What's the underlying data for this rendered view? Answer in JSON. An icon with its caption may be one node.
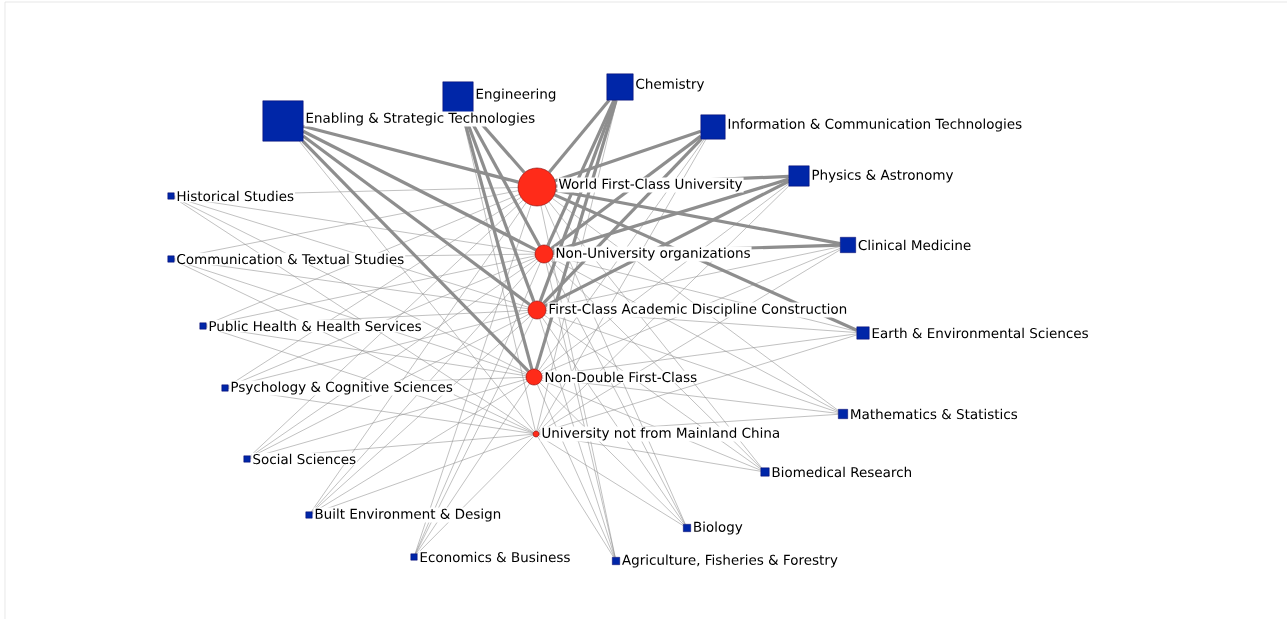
{
  "diagram": {
    "nodes": [
      {
        "text": [],
        "shape": "circle",
        "beside": [
          "World First-Class University"
        ]
      },
      {
        "text": [],
        "shape": "circle",
        "beside": [
          "Non-University organizations"
        ]
      },
      {
        "text": [],
        "shape": "circle",
        "beside": [
          "First-Class Academic Discipline Construction"
        ]
      },
      {
        "text": [],
        "shape": "circle",
        "beside": [
          "Non-Double First-Class"
        ]
      },
      {
        "text": [],
        "shape": "circle",
        "beside": [
          "University not from Mainland China"
        ]
      },
      {
        "text": [],
        "shape": "box",
        "beside": [
          "Engineering"
        ]
      },
      {
        "text": [],
        "shape": "box",
        "beside": [
          "Enabling & Strategic Technologies"
        ]
      },
      {
        "text": [],
        "shape": "box",
        "beside": [
          "Chemistry"
        ]
      },
      {
        "text": [],
        "shape": "box",
        "beside": [
          "Information & Communication Technologies"
        ]
      },
      {
        "text": [],
        "shape": "box",
        "beside": [
          "Physics & Astronomy"
        ]
      },
      {
        "text": [],
        "shape": "box",
        "beside": [
          "Clinical Medicine"
        ]
      },
      {
        "text": [],
        "shape": "box",
        "beside": [
          "Earth & Environmental Sciences"
        ]
      },
      {
        "text": [],
        "shape": "box",
        "beside": [
          "Mathematics & Statistics"
        ]
      },
      {
        "text": [],
        "shape": "box",
        "beside": [
          "Biomedical Research"
        ]
      },
      {
        "text": [],
        "shape": "box",
        "beside": [
          "Biology"
        ]
      },
      {
        "text": [],
        "shape": "box",
        "beside": [
          "Agriculture, Fisheries & Forestry"
        ]
      },
      {
        "text": [],
        "shape": "box",
        "beside": [
          "Economics & Business"
        ]
      },
      {
        "text": [],
        "shape": "box",
        "beside": [
          "Built Environment & Design"
        ]
      },
      {
        "text": [],
        "shape": "box",
        "beside": [
          "Social Sciences"
        ]
      },
      {
        "text": [],
        "shape": "box",
        "beside": [
          "Psychology & Cognitive Sciences"
        ]
      },
      {
        "text": [],
        "shape": "box",
        "beside": [
          "Public Health & Health Services"
        ]
      },
      {
        "text": [],
        "shape": "box",
        "beside": [
          "Communication & Textual Studies"
        ]
      },
      {
        "text": [],
        "shape": "box",
        "beside": [
          "Historical Studies"
        ]
      }
    ],
    "edges": [
      {
        "from": 0,
        "to": 5,
        "arrow": "none",
        "style": "thick"
      },
      {
        "from": 0,
        "to": 6,
        "arrow": "none",
        "style": "thick"
      },
      {
        "from": 0,
        "to": 7,
        "arrow": "none",
        "style": "thick"
      },
      {
        "from": 0,
        "to": 8,
        "arrow": "none",
        "style": "thick"
      },
      {
        "from": 0,
        "to": 9,
        "arrow": "none",
        "style": "thick"
      },
      {
        "from": 0,
        "to": 10,
        "arrow": "none",
        "style": "thick"
      },
      {
        "from": 0,
        "to": 11,
        "arrow": "none",
        "style": "thick"
      },
      {
        "from": 0,
        "to": 12,
        "arrow": "none"
      },
      {
        "from": 0,
        "to": 13,
        "arrow": "none"
      },
      {
        "from": 0,
        "to": 14,
        "arrow": "none"
      },
      {
        "from": 0,
        "to": 15,
        "arrow": "none"
      },
      {
        "from": 0,
        "to": 16,
        "arrow": "none"
      },
      {
        "from": 0,
        "to": 17,
        "arrow": "none"
      },
      {
        "from": 0,
        "to": 18,
        "arrow": "none"
      },
      {
        "from": 0,
        "to": 19,
        "arrow": "none"
      },
      {
        "from": 0,
        "to": 20,
        "arrow": "none"
      },
      {
        "from": 0,
        "to": 21,
        "arrow": "none"
      },
      {
        "from": 0,
        "to": 22,
        "arrow": "none"
      },
      {
        "from": 1,
        "to": 5,
        "arrow": "none",
        "style": "thick"
      },
      {
        "from": 1,
        "to": 6,
        "arrow": "none",
        "style": "thick"
      },
      {
        "from": 1,
        "to": 7,
        "arrow": "none",
        "style": "thick"
      },
      {
        "from": 1,
        "to": 8,
        "arrow": "none",
        "style": "thick"
      },
      {
        "from": 1,
        "to": 9,
        "arrow": "none",
        "style": "thick"
      },
      {
        "from": 1,
        "to": 10,
        "arrow": "none",
        "style": "thick"
      },
      {
        "from": 1,
        "to": 11,
        "arrow": "none"
      },
      {
        "from": 1,
        "to": 12,
        "arrow": "none"
      },
      {
        "from": 1,
        "to": 13,
        "arrow": "none"
      },
      {
        "from": 1,
        "to": 14,
        "arrow": "none"
      },
      {
        "from": 1,
        "to": 15,
        "arrow": "none"
      },
      {
        "from": 1,
        "to": 16,
        "arrow": "none"
      },
      {
        "from": 1,
        "to": 17,
        "arrow": "none"
      },
      {
        "from": 1,
        "to": 18,
        "arrow": "none"
      },
      {
        "from": 1,
        "to": 19,
        "arrow": "none"
      },
      {
        "from": 1,
        "to": 20,
        "arrow": "none"
      },
      {
        "from": 1,
        "to": 21,
        "arrow": "none"
      },
      {
        "from": 1,
        "to": 22,
        "arrow": "none"
      },
      {
        "from": 2,
        "to": 5,
        "arrow": "none",
        "style": "thick"
      },
      {
        "from": 2,
        "to": 6,
        "arrow": "none",
        "style": "thick"
      },
      {
        "from": 2,
        "to": 7,
        "arrow": "none",
        "style": "thick"
      },
      {
        "from": 2,
        "to": 8,
        "arrow": "none",
        "style": "thick"
      },
      {
        "from": 2,
        "to": 9,
        "arrow": "none",
        "style": "thick"
      },
      {
        "from": 2,
        "to": 10,
        "arrow": "none"
      },
      {
        "from": 2,
        "to": 11,
        "arrow": "none"
      },
      {
        "from": 2,
        "to": 12,
        "arrow": "none"
      },
      {
        "from": 2,
        "to": 13,
        "arrow": "none"
      },
      {
        "from": 2,
        "to": 14,
        "arrow": "none"
      },
      {
        "from": 2,
        "to": 15,
        "arrow": "none"
      },
      {
        "from": 2,
        "to": 16,
        "arrow": "none"
      },
      {
        "from": 2,
        "to": 17,
        "arrow": "none"
      },
      {
        "from": 2,
        "to": 18,
        "arrow": "none"
      },
      {
        "from": 2,
        "to": 19,
        "arrow": "none"
      },
      {
        "from": 2,
        "to": 20,
        "arrow": "none"
      },
      {
        "from": 2,
        "to": 21,
        "arrow": "none"
      },
      {
        "from": 2,
        "to": 22,
        "arrow": "none"
      },
      {
        "from": 3,
        "to": 5,
        "arrow": "none",
        "style": "thick"
      },
      {
        "from": 3,
        "to": 6,
        "arrow": "none",
        "style": "thick"
      },
      {
        "from": 3,
        "to": 7,
        "arrow": "none",
        "style": "thick"
      },
      {
        "from": 3,
        "to": 8,
        "arrow": "none"
      },
      {
        "from": 3,
        "to": 9,
        "arrow": "none"
      },
      {
        "from": 3,
        "to": 10,
        "arrow": "none"
      },
      {
        "from": 3,
        "to": 11,
        "arrow": "none"
      },
      {
        "from": 3,
        "to": 12,
        "arrow": "none"
      },
      {
        "from": 3,
        "to": 13,
        "arrow": "none"
      },
      {
        "from": 3,
        "to": 14,
        "arrow": "none"
      },
      {
        "from": 3,
        "to": 15,
        "arrow": "none"
      },
      {
        "from": 3,
        "to": 16,
        "arrow": "none"
      },
      {
        "from": 3,
        "to": 17,
        "arrow": "none"
      },
      {
        "from": 3,
        "to": 18,
        "arrow": "none"
      },
      {
        "from": 3,
        "to": 19,
        "arrow": "none"
      },
      {
        "from": 3,
        "to": 20,
        "arrow": "none"
      },
      {
        "from": 3,
        "to": 21,
        "arrow": "none"
      },
      {
        "from": 3,
        "to": 22,
        "arrow": "none"
      },
      {
        "from": 4,
        "to": 5,
        "arrow": "none"
      },
      {
        "from": 4,
        "to": 6,
        "arrow": "none"
      },
      {
        "from": 4,
        "to": 7,
        "arrow": "none"
      },
      {
        "from": 4,
        "to": 8,
        "arrow": "none"
      },
      {
        "from": 4,
        "to": 9,
        "arrow": "none"
      },
      {
        "from": 4,
        "to": 10,
        "arrow": "none"
      },
      {
        "from": 4,
        "to": 11,
        "arrow": "none"
      },
      {
        "from": 4,
        "to": 12,
        "arrow": "none"
      },
      {
        "from": 4,
        "to": 13,
        "arrow": "none"
      },
      {
        "from": 4,
        "to": 14,
        "arrow": "none"
      },
      {
        "from": 4,
        "to": 15,
        "arrow": "none"
      },
      {
        "from": 4,
        "to": 16,
        "arrow": "none"
      },
      {
        "from": 4,
        "to": 17,
        "arrow": "none"
      },
      {
        "from": 4,
        "to": 18,
        "arrow": "none"
      },
      {
        "from": 4,
        "to": 19,
        "arrow": "none"
      },
      {
        "from": 4,
        "to": 20,
        "arrow": "none"
      },
      {
        "from": 4,
        "to": 21,
        "arrow": "none"
      },
      {
        "from": 4,
        "to": 22,
        "arrow": "none"
      }
    ]
  }
}
